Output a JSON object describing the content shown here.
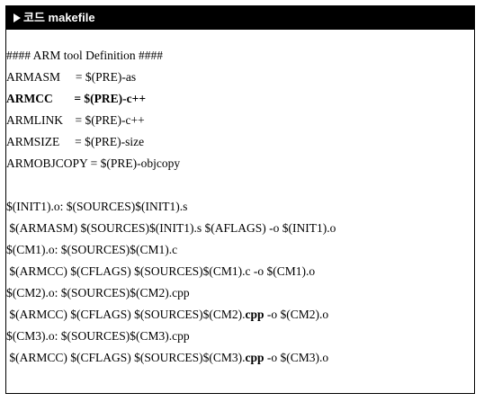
{
  "header": {
    "title": "코드 makefile"
  },
  "code": {
    "comment": "#### ARM tool Definition ####",
    "armasm": "ARMASM     = $(PRE)-as",
    "armcc": "ARMCC       = $(PRE)-c++",
    "armlink": "ARMLINK    = $(PRE)-c++",
    "armsize": "ARMSIZE     = $(PRE)-size",
    "armobjcopy": "ARMOBJCOPY = $(PRE)-objcopy",
    "init1_target": "$(INIT1).o: $(SOURCES)$(INIT1).s",
    "init1_cmd": " $(ARMASM) $(SOURCES)$(INIT1).s $(AFLAGS) -o $(INIT1).o",
    "cm1_target": "$(CM1).o: $(SOURCES)$(CM1).c",
    "cm1_cmd": " $(ARMCC) $(CFLAGS) $(SOURCES)$(CM1).c -o $(CM1).o",
    "cm2_target": "$(CM2).o: $(SOURCES)$(CM2).cpp",
    "cm2_cmd_a": " $(ARMCC) $(CFLAGS) $(SOURCES)$(CM2).",
    "cm2_cmd_b": "cpp",
    "cm2_cmd_c": " -o $(CM2).o",
    "cm3_target": "$(CM3).o: $(SOURCES)$(CM3).cpp",
    "cm3_cmd_a": " $(ARMCC) $(CFLAGS) $(SOURCES)$(CM3).",
    "cm3_cmd_b": "cpp",
    "cm3_cmd_c": " -o $(CM3).o"
  }
}
